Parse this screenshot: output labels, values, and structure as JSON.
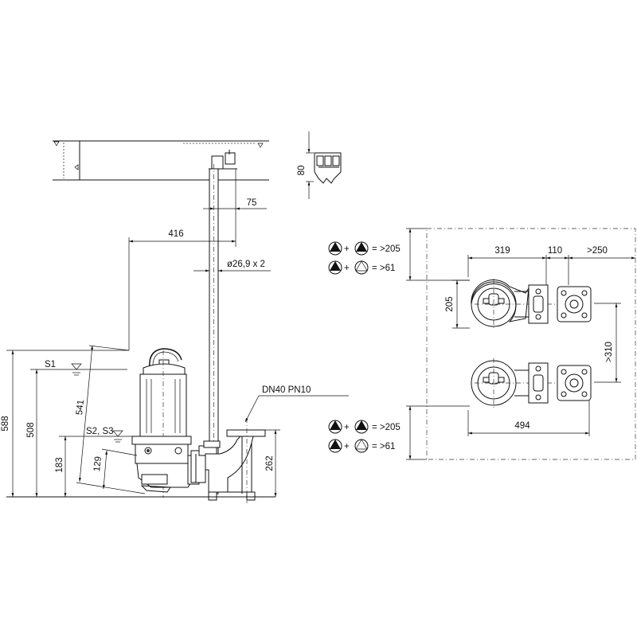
{
  "dimensions": {
    "d_80": "80",
    "d_75": "75",
    "d_416": "416",
    "d_pipe": "ø26,9 x 2",
    "d_dn": "DN40 PN10",
    "d_588": "588",
    "d_508": "508",
    "d_541": "541",
    "d_183": "183",
    "d_129": "129",
    "d_262": "262",
    "d_319": "319",
    "d_110": "110",
    "d_250": ">250",
    "d_205": "205",
    "d_310": ">310",
    "d_494": "494"
  },
  "levels": {
    "s1": "S1",
    "s2s3": "S2, S3"
  },
  "legend": {
    "plus": "+",
    "row1_value": "= >205",
    "row2_value": "= >61"
  }
}
